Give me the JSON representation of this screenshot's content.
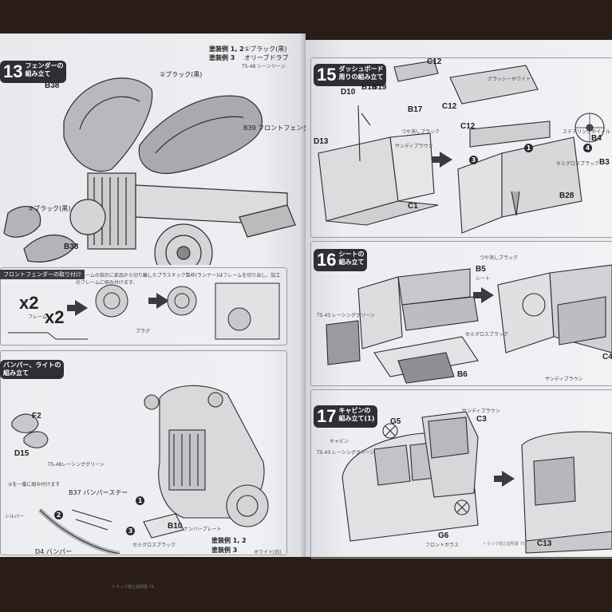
{
  "left_page": {
    "step13": {
      "number": "13",
      "title": "フェンダーの\n組み立て"
    },
    "paint_legend": {
      "line1": "塗装例 1, 2",
      "line1_value": "①ブラック(黒)",
      "line2": "塗装例 3",
      "line2_value": "オリーブドラブ",
      "note": "TS-48 シーンリーン"
    },
    "labels": {
      "b38_top": "B38",
      "b38_bottom": "B38",
      "b39": "B39 フロントフェンダー",
      "black": "②ブラック(黒)",
      "black_small": "②ブラック(黒)"
    },
    "frame_section": {
      "header": "フロントフェンダーの取り付け",
      "note": "フレームの指示に部品から切り離したプラスチック製枠(ランナー)はフレームを切り出し、加工のフレームに組み付けます。",
      "times1": "x2",
      "times2": "x2",
      "frame_label": "フレーム",
      "plug_label": "プラグ"
    },
    "step14": {
      "title": "バンパー、ライトの\n組み立て",
      "f2": "F2",
      "d15": "D15",
      "b37": "B37 バンパーステー",
      "d4": "D4 バンパー",
      "b10": "B10",
      "b10_sub": "ナンバープレート",
      "silver": "シルバー",
      "semi_gloss_black": "セミグロスブラック",
      "note_first": "②を一番に組み付けます",
      "paint1": "塗装例 1, 2",
      "paint3": "塗装例 3",
      "white": "ホワイト(白)",
      "paint_note": "TS-48レーシンググリーン"
    },
    "footer": "トラック組立説明書 74"
  },
  "right_page": {
    "step15": {
      "number": "15",
      "title": "ダッシュボード\n周りの組み立て",
      "c12_top": "C12",
      "c12_left": "C12",
      "c12_right": "C12",
      "d10": "D10",
      "b19": "B19",
      "b18": "B18",
      "b17": "B17",
      "d13": "D13",
      "c1": "C1",
      "b4": "B4",
      "b3": "B3",
      "b28": "B28",
      "sandy_brown": "サンディブラウン",
      "flat_black": "つや消しブラック",
      "semi_gloss": "セミグロスブラック",
      "steering": "ステアリングホイール",
      "gray_white": "グラッシーホワイト"
    },
    "step16": {
      "number": "16",
      "title": "シートの\n組み立て",
      "b5": "B5",
      "b5_sub": "シート",
      "b6": "B6",
      "c4": "C4",
      "flat_black": "つや消しブラック",
      "semi_gloss": "セミグロスブラック",
      "sandy_brown": "サンディブラウン",
      "ts43": "TS-43 レーシンググリーン"
    },
    "step17": {
      "number": "17",
      "title": "キャビンの\n組み立て(1)",
      "g5": "G5",
      "g6": "G6",
      "g6_sub": "フロントガラス",
      "c3": "C3",
      "c13": "C13",
      "sandy_brown": "サンディブラウン",
      "cabin": "キャビン",
      "ts43": "TS-43 レーシンググリーン"
    },
    "footer": "トラック組立説明書 75"
  }
}
